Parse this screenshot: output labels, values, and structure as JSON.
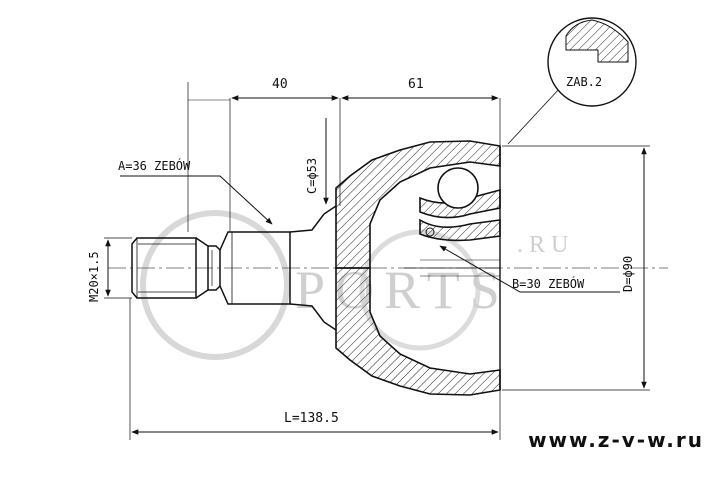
{
  "dimensions": {
    "shaft_length": "40",
    "body_length": "61",
    "total_length": "L=138.5",
    "thread": "M20×1.5",
    "diameter_c": "C=ϕ53",
    "diameter_d": "D=ϕ90"
  },
  "labels": {
    "spline_a": "A=36 ZEBÓW",
    "spline_b": "B=30 ZEBÓW",
    "detail": "ZAB.2"
  },
  "watermark": {
    "letters": "PORTS",
    "suffix": ".RU"
  },
  "website": "www.z-v-w.ru"
}
